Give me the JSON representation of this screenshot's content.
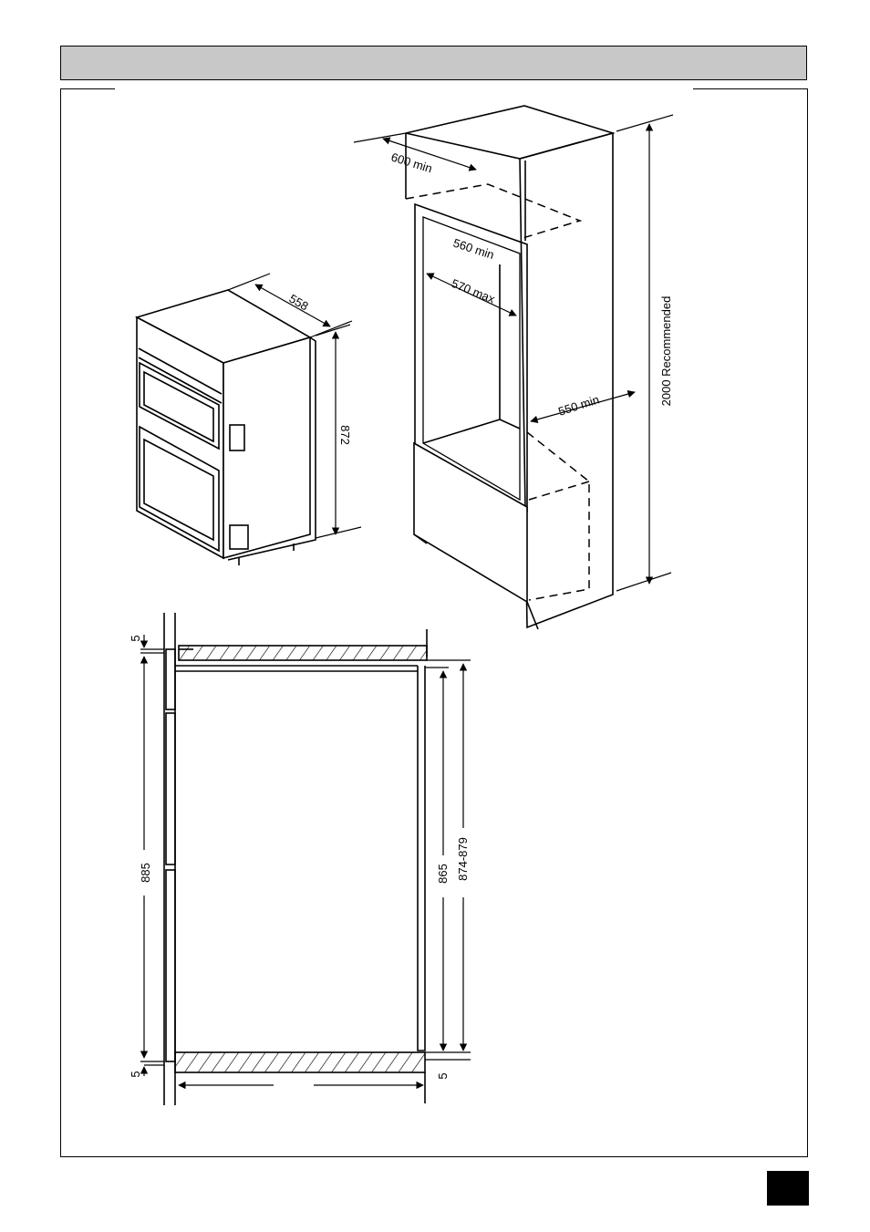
{
  "header": {
    "title": ""
  },
  "dimensions": {
    "cabinet_depth": "600 min",
    "cabinet_gap": "560 min",
    "cabinet_opening": "570 max",
    "cabinet_base": "550 min",
    "cabinet_height": "2000 Recommended",
    "oven_depth": "558",
    "oven_height": "872",
    "section_top_gap": "5",
    "section_opening": "885",
    "section_bottom_gap": "5",
    "section_inner": "865",
    "section_range": "874-879",
    "section_right_gap": "5"
  },
  "footer": {
    "page_marker": ""
  }
}
